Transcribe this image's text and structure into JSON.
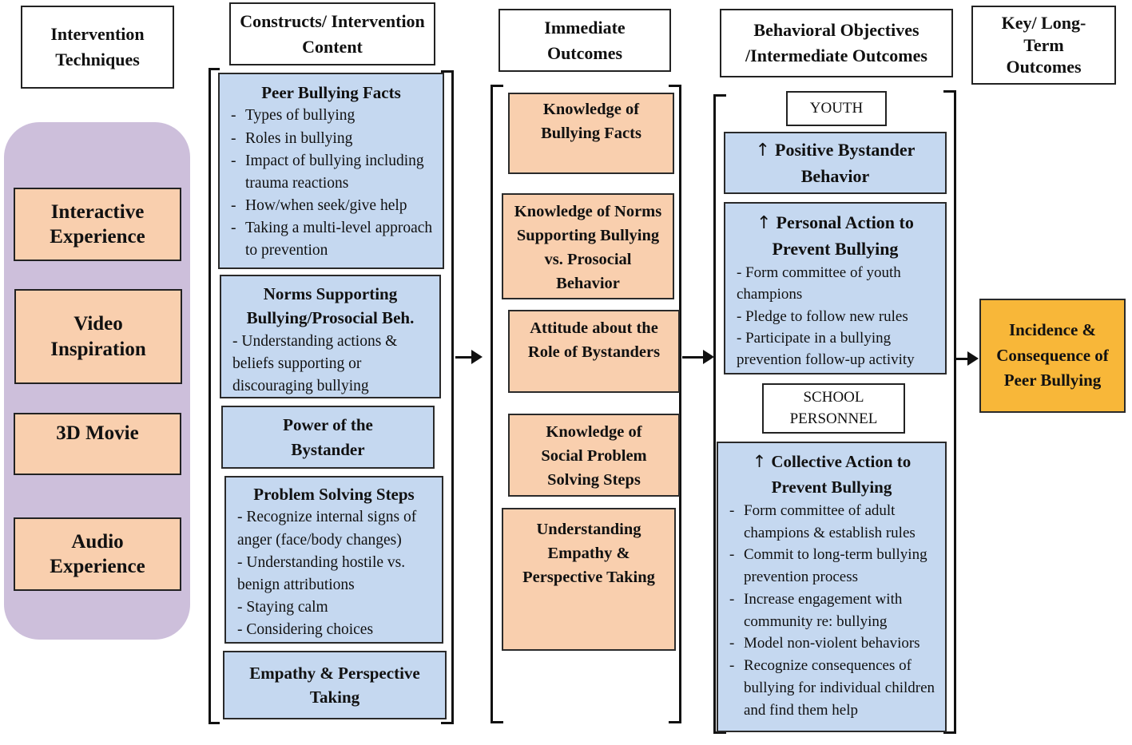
{
  "headers": {
    "techniques": "Intervention Techniques",
    "constructs": "Constructs/ Intervention Content",
    "immediate": "Immediate Outcomes",
    "behavioral": "Behavioral Objectives /Intermediate Outcomes",
    "key": "Key/ Long-Term Outcomes"
  },
  "techniques": [
    "Interactive Experience",
    "Video Inspiration",
    "3D Movie",
    "Audio Experience"
  ],
  "constructs": [
    {
      "title": "Peer Bullying Facts",
      "items": [
        "Types of bullying",
        "Roles in bullying",
        "Impact of bullying including trauma reactions",
        "How/when seek/give help",
        "Taking a multi-level approach to prevention"
      ]
    },
    {
      "title": "Norms Supporting Bullying/Prosocial Beh.",
      "items": [
        "- Understanding actions & beliefs supporting or discouraging bullying"
      ]
    },
    {
      "title": "Power of the Bystander",
      "items": []
    },
    {
      "title": "Problem Solving Steps",
      "items": [
        "- Recognize internal signs of anger (face/body changes)",
        "- Understanding hostile vs. benign attributions",
        "- Staying calm",
        "- Considering choices"
      ]
    },
    {
      "title": "Empathy & Perspective Taking",
      "items": []
    }
  ],
  "immediate_outcomes": [
    "Knowledge of Bullying Facts",
    "Knowledge of Norms Supporting Bullying vs. Prosocial Behavior",
    "Attitude about the Role of Bystanders",
    "Knowledge of Social Problem Solving Steps",
    "Understanding Empathy & Perspective Taking"
  ],
  "behavioral": {
    "youth_label": "YOUTH",
    "school_label": "SCHOOL PERSONNEL",
    "up_arrow": "↑",
    "youth_boxes": [
      {
        "title": "Positive Bystander Behavior",
        "items": []
      },
      {
        "title": "Personal Action to Prevent Bullying",
        "items": [
          "- Form committee of youth champions",
          "- Pledge to follow new rules",
          "- Participate in a bullying prevention follow-up activity"
        ]
      }
    ],
    "school_box": {
      "title": "Collective Action to Prevent Bullying",
      "items": [
        "Form committee of adult champions & establish rules",
        "Commit to long-term bullying prevention process",
        "Increase engagement with community re: bullying",
        "Model non-violent behaviors",
        "Recognize consequences of bullying for individual children and find them help"
      ]
    }
  },
  "key_outcome": "Incidence & Consequence of Peer Bullying",
  "colors": {
    "blue_box": "#c5d8f0",
    "peach_box": "#f9cfae",
    "orange_box": "#f8b739",
    "technique_panel": "#cdbfdb"
  }
}
